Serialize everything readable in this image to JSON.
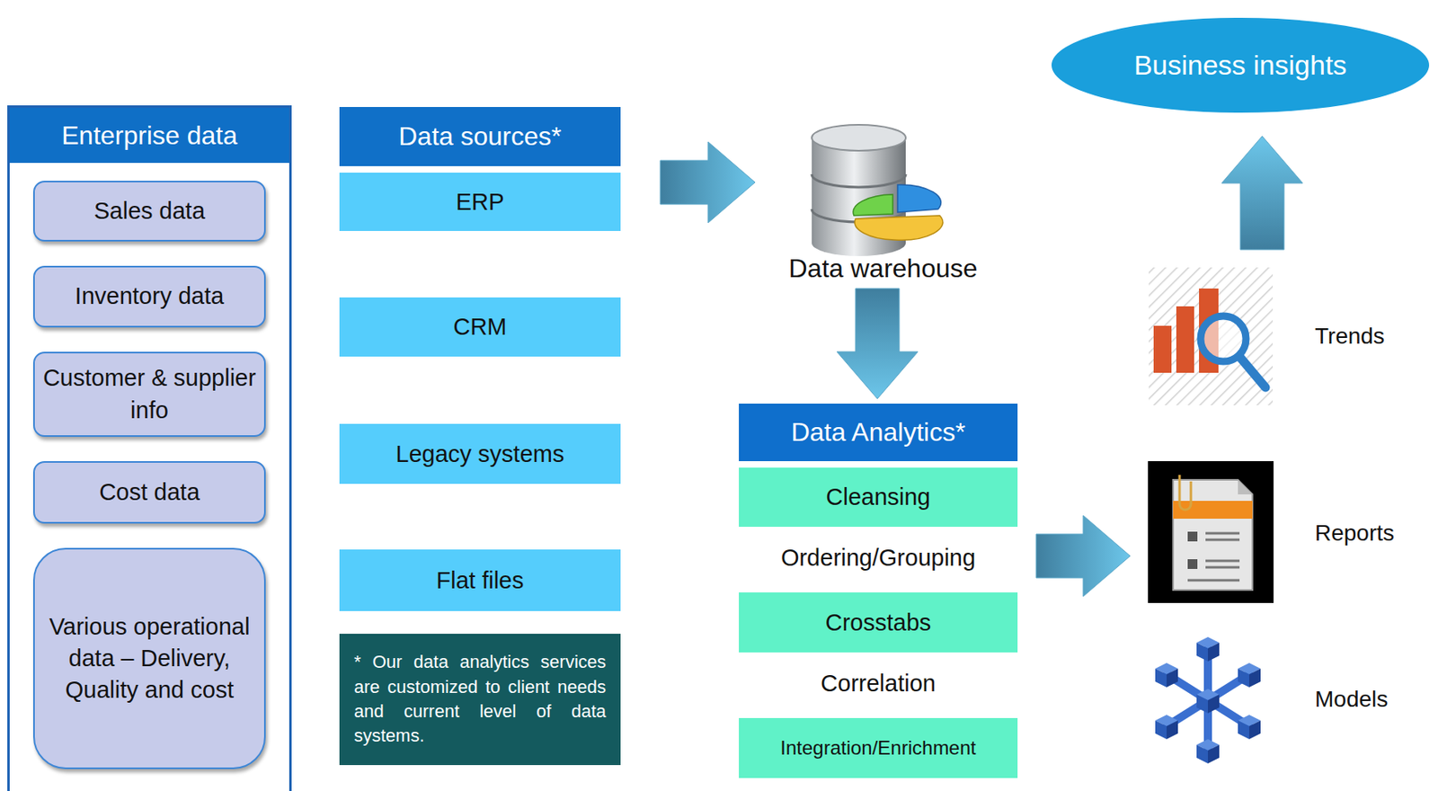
{
  "diagram": {
    "nodes": [
      {
        "text": [
          "Enterprise data"
        ]
      },
      {
        "text": [
          "Sales data"
        ],
        "in": 0
      },
      {
        "text": [
          "Inventory data"
        ],
        "in": 0
      },
      {
        "text": [
          "Customer & supplier info"
        ],
        "in": 0
      },
      {
        "text": [
          "Cost data"
        ],
        "in": 0
      },
      {
        "text": [
          "Various operational data – Delivery, Quality and cost"
        ],
        "in": 0
      },
      {
        "text": [
          "Data sources*"
        ]
      },
      {
        "text": [
          "ERP"
        ]
      },
      {
        "text": [
          "CRM"
        ]
      },
      {
        "text": [
          "Legacy systems"
        ]
      },
      {
        "text": [
          "Flat files"
        ]
      },
      {
        "text": [
          "* Our data analytics services are customized to client needs and current level of data systems."
        ]
      },
      {
        "text": [
          "Business insights"
        ]
      },
      {
        "text": [
          "Data warehouse"
        ]
      },
      {
        "text": [
          "Data Analytics*"
        ]
      },
      {
        "text": [
          "Cleansing"
        ],
        "in": 14
      },
      {
        "text": [
          "Crosstabs"
        ],
        "in": 14
      },
      {
        "text": [
          "Integration/Enrichment"
        ],
        "in": 14
      },
      {
        "text": [
          "Trends"
        ]
      },
      {
        "text": [
          "Reports"
        ]
      },
      {
        "text": [
          "Models"
        ]
      }
    ],
    "edges": [
      {
        "from": 6,
        "to": 13,
        "arrow": "to"
      },
      {
        "from": 13,
        "to": 14,
        "arrow": "to"
      },
      {
        "from": 14,
        "to": 19,
        "arrow": "to"
      },
      {
        "from": 18,
        "to": 12,
        "arrow": "to"
      }
    ],
    "labels": [
      "Ordering/Grouping",
      "Correlation"
    ]
  }
}
